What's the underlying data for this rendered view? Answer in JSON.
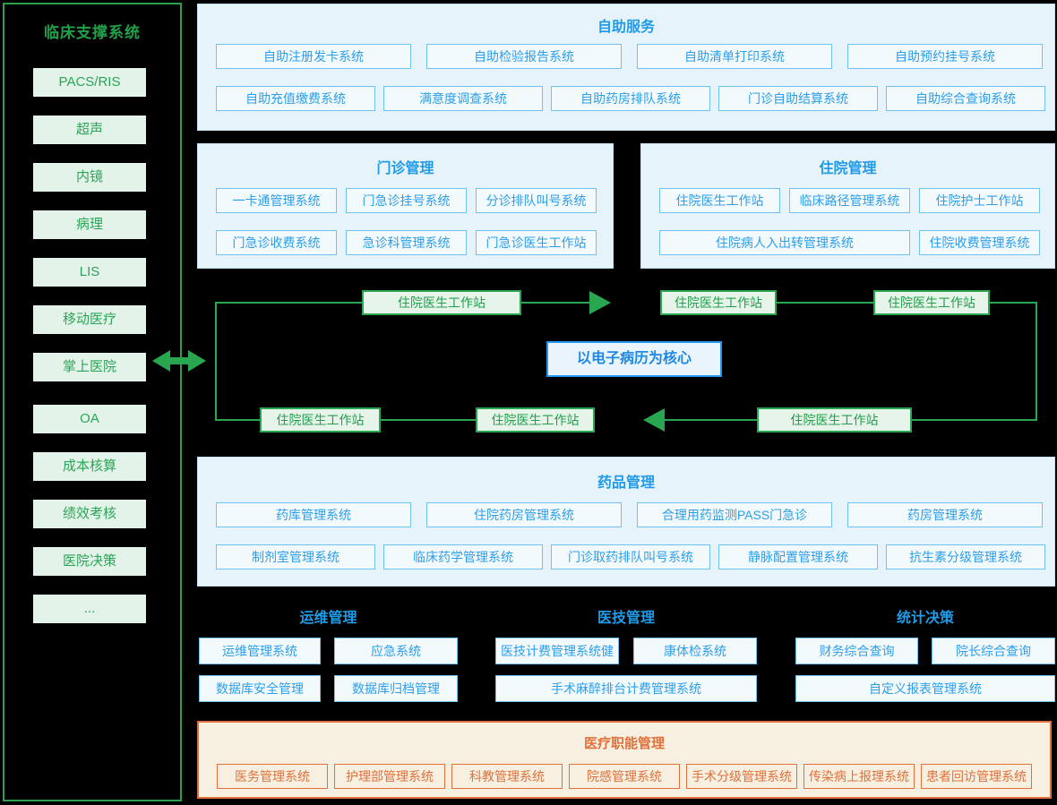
{
  "colors": {
    "background": "#000000",
    "green_accent": "#28a650",
    "green_text": "#21a04b",
    "green_box_bg": "#e6f4ea",
    "blue_accent": "#2196f3",
    "blue_text": "#2d9ee8",
    "blue_title": "#1f9be8",
    "panel_blue_bg": "#e7f3fb",
    "orange_accent": "#e0713c",
    "orange_panel_bg": "#f7efdf"
  },
  "sidebar": {
    "title": "临床支撑系统",
    "items": [
      "PACS/RIS",
      "超声",
      "内镜",
      "病理",
      "LIS",
      "移动医疗",
      "掌上医院",
      "OA",
      "成本核算",
      "绩效考核",
      "医院决策",
      "..."
    ]
  },
  "self_service": {
    "title": "自助服务",
    "row1": [
      "自助注册发卡系统",
      "自助检验报告系统",
      "自助清单打印系统",
      "自助预约挂号系统"
    ],
    "row2": [
      "自助充值缴费系统",
      "满意度调查系统",
      "自助药房排队系统",
      "门诊自助结算系统",
      "自助综合查询系统"
    ]
  },
  "outpatient": {
    "title": "门诊管理",
    "row1": [
      "一卡通管理系统",
      "门急诊挂号系统",
      "分诊排队叫号系统"
    ],
    "row2": [
      "门急诊收费系统",
      "急诊科管理系统",
      "门急诊医生工作站"
    ]
  },
  "inpatient": {
    "title": "住院管理",
    "row1": [
      "住院医生工作站",
      "临床路径管理系统",
      "住院护士工作站"
    ],
    "row2": [
      "住院病人入出转管理系统",
      "住院收费管理系统"
    ]
  },
  "emr_flow": {
    "center": "以电子病历为核心",
    "nodes": [
      "住院医生工作站",
      "住院医生工作站",
      "住院医生工作站",
      "住院医生工作站",
      "住院医生工作站",
      "住院医生工作站"
    ]
  },
  "pharmacy": {
    "title": "药品管理",
    "row1": [
      "药库管理系统",
      "住院药房管理系统",
      "合理用药监测PASS门急诊",
      "药房管理系统"
    ],
    "row2": [
      "制剂室管理系统",
      "临床药学管理系统",
      "门诊取药排队叫号系统",
      "静脉配置管理系统",
      "抗生素分级管理系统"
    ]
  },
  "ops": {
    "groups": [
      {
        "title": "运维管理",
        "row1": [
          "运维管理系统",
          "应急系统"
        ],
        "row2": [
          "数据库安全管理",
          "数据库归档管理"
        ]
      },
      {
        "title": "医技管理",
        "row1": [
          "医技计费管理系统健",
          "康体检系统"
        ],
        "row2": [
          "手术麻醉排台计费管理系统"
        ]
      },
      {
        "title": "统计决策",
        "row1": [
          "财务综合查询",
          "院长综合查询"
        ],
        "row2": [
          "自定义报表管理系统"
        ]
      }
    ]
  },
  "medical_admin": {
    "title": "医疗职能管理",
    "boxes": [
      "医务管理系统",
      "护理部管理系统",
      "科教管理系统",
      "院感管理系统",
      "手术分级管理系统",
      "传染病上报理系统",
      "患者回访管理系统"
    ]
  }
}
